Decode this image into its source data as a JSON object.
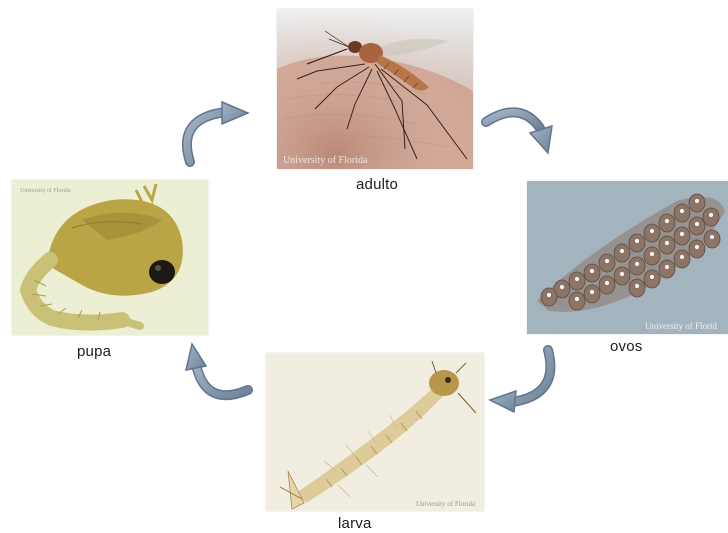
{
  "stages": {
    "adult": {
      "label": "adulto",
      "credit": "University of Florida"
    },
    "eggs": {
      "label": "ovos",
      "credit": "University of Florid"
    },
    "larva": {
      "label": "larva",
      "credit": "University of Florida"
    },
    "pupa": {
      "label": "pupa",
      "credit": "University of Florida"
    }
  },
  "colors": {
    "arrow_fill": "#7f93aa",
    "arrow_edge": "#5f7590",
    "label_text": "#1c1c1c"
  }
}
